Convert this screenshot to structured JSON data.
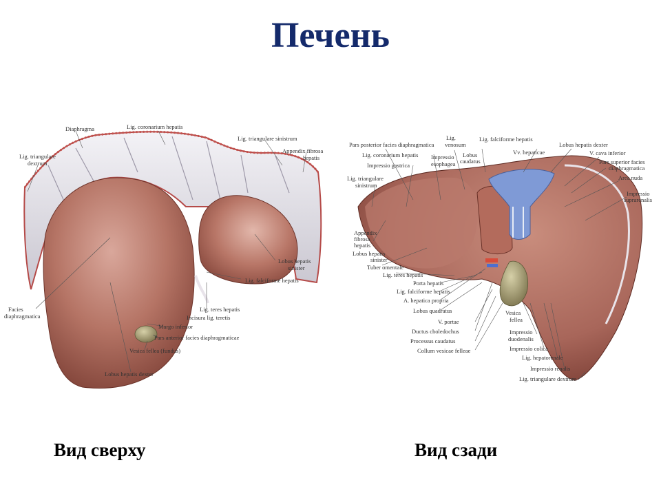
{
  "title": "Печень",
  "captions": {
    "left": "Вид сверху",
    "right": "Вид сзади"
  },
  "colors": {
    "title": "#142a6b",
    "liver": "#b06e62",
    "liver_dark": "#7e3f35",
    "diaphragm": "#e7e5ec",
    "vena_cava": "#7f9ad6",
    "gallbladder": "#a7a07a"
  },
  "labels_top_view": {
    "diaphragma": "Diaphragma",
    "lig_coronarium": "Lig. coronarium hepatis",
    "lig_triang_sinistrum": "Lig. triangulare sinistrum",
    "appendix_fibrosa_1": "Appendix fibrosa",
    "appendix_fibrosa_2": "hepatis",
    "lig_triang_dextrum_1": "Lig. triangulare",
    "lig_triang_dextrum_2": "dextrum",
    "lobus_sinister_1": "Lobus hepatis",
    "lobus_sinister_2": "sinister",
    "lig_falciforme": "Lig. falciforme hepatis",
    "facies_diaphr_1": "Facies",
    "facies_diaphr_2": "diaphragmatica",
    "lig_teres": "Lig. teres hepatis",
    "incisura": "Incisura lig. teretis",
    "margo_inferior": "Margo inferior",
    "pars_anterior": "Pars anterior facies diaphragmaticae",
    "vesica_fundus": "Vesica fellea (fundus)",
    "lobus_dexter": "Lobus hepatis dexter"
  },
  "labels_back_view": {
    "pars_posterior": "Pars posterior facies diaphragmatica",
    "lig_venosum_1": "Lig.",
    "lig_venosum_2": "venosum",
    "lig_falciforme": "Lig. falciforme hepatis",
    "lig_coronarium": "Lig. coronarium hepatis",
    "impressio_esoph_1": "Impressio",
    "impressio_esoph_2": "esophagea",
    "lobus_caudatus_1": "Lobus",
    "lobus_caudatus_2": "caudatus",
    "vv_hepaticae": "Vv. hepaticae",
    "lobus_dexter": "Lobus hepatis dexter",
    "v_cava": "V. cava inferior",
    "impressio_gastrica": "Impressio gastrica",
    "pars_superior_1": "Pars superior facies",
    "pars_superior_2": "diaphragmatica",
    "lig_triang_sin_1": "Lig. triangulare",
    "lig_triang_sin_2": "sinistrum",
    "area_nuda": "Area nuda",
    "impressio_suprarenalis_1": "Impressio",
    "impressio_suprarenalis_2": "suprarenalis",
    "appendix_1": "Appendix",
    "appendix_2": "fibrosa",
    "appendix_3": "hepatis",
    "lobus_sinister_1": "Lobus hepatis",
    "lobus_sinister_2": "sinister",
    "tuber_omentale": "Tuber omentale",
    "lig_teres": "Lig. teres hepatis",
    "porta_hepatis": "Porta hepatis",
    "lig_falciforme_2": "Lig. falciforme hepatis",
    "a_hepatica": "A. hepatica propria",
    "lobus_quadratus": "Lobus quadratus",
    "v_portae": "V. portae",
    "vesica_1": "Vesica",
    "vesica_2": "fellea",
    "ductus": "Ductus choledochus",
    "processus": "Processus caudatus",
    "collum": "Collum vesicae felleae",
    "impressio_duod_1": "Impressio",
    "impressio_duod_2": "duodenalis",
    "impressio_colica": "Impressio colica",
    "lig_hepatorenale": "Lig. hepatorenale",
    "impressio_renalis": "Impressio renalis",
    "lig_triang_dextrum": "Lig. triangulare dextrum"
  }
}
